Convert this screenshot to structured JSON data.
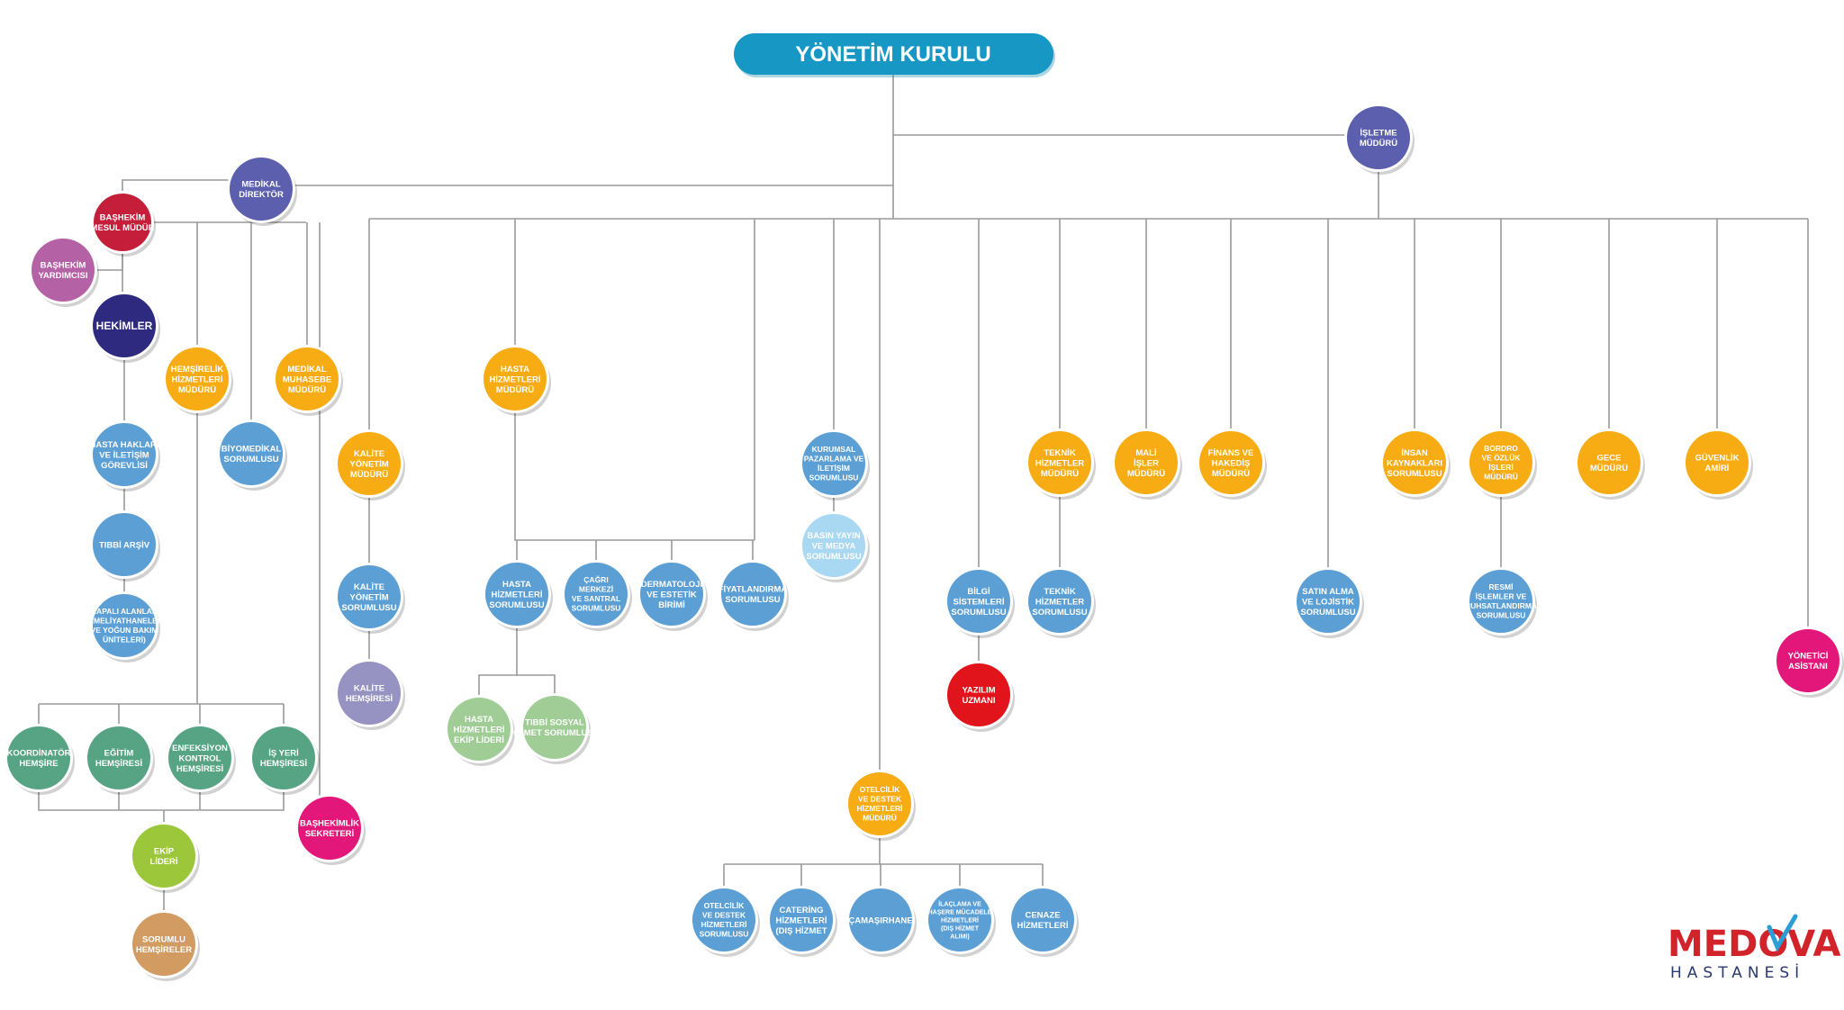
{
  "title": "YÖNETİM KURULU",
  "colors": {
    "teal": "#1798c4",
    "purple": "#5b5fae",
    "red": "#c41e3a",
    "pink": "#b561a6",
    "navy": "#2d2a7f",
    "orange": "#f7ac14",
    "blue": "#5b9fd5",
    "lavender": "#9692c2",
    "lightblue": "#a9d8f2",
    "lightgreen": "#9fcd95",
    "green": "#56a483",
    "lime": "#9cc73b",
    "brown": "#d29b62",
    "magenta": "#e3177a",
    "crimson": "#e1141c",
    "line": "#9a9a9a"
  },
  "nodes": {
    "isletme": [
      "İŞLETME",
      "MÜDÜRÜ"
    ],
    "medikal": [
      "MEDİKAL",
      "DİREKTÖR"
    ],
    "bashekim": [
      "BAŞHEKİM",
      "MESUL MÜDÜR"
    ],
    "yardimci": [
      "BAŞHEKİM",
      "YARDIMCISI"
    ],
    "hekimler": [
      "HEKİMLER"
    ],
    "hemsirelik": [
      "HEMŞİRELİK",
      "HİZMETLERİ",
      "MÜDÜRÜ"
    ],
    "muhasebe": [
      "MEDİKAL",
      "MUHASEBE",
      "MÜDÜRÜ"
    ],
    "biyomedikal": [
      "BİYOMEDİKAL",
      "SORUMLUSU"
    ],
    "hastahaklari": [
      "HASTA HAKLARI",
      "VE İLETİŞİM",
      "GÖREVLİSİ"
    ],
    "tibbiarsiv": [
      "TIBBİ ARŞİV"
    ],
    "kapali": [
      "KAPALI ALANLAR",
      "(AMELİYATHANELER",
      "VE YOĞUN BAKIM",
      "ÜNİTELERİ)"
    ],
    "koordinator": [
      "KOORDİNATÖR",
      "HEMŞİRE"
    ],
    "egitim": [
      "EĞİTİM",
      "HEMŞİRESİ"
    ],
    "enfeksiyon": [
      "ENFEKSİYON",
      "KONTROL",
      "HEMŞİRESİ"
    ],
    "isyeri": [
      "İŞ YERİ",
      "HEMŞİRESİ"
    ],
    "ekip": [
      "EKİP",
      "LİDERİ"
    ],
    "sorumlu": [
      "SORUMLU",
      "HEMŞİRELER"
    ],
    "sekreteri": [
      "BAŞHEKİMLİK",
      "SEKRETERİ"
    ],
    "kalitemudur": [
      "KALİTE",
      "YÖNETİM",
      "MÜDÜRÜ"
    ],
    "kalitesorumlu": [
      "KALİTE",
      "YÖNETİM",
      "SORUMLUSU"
    ],
    "kalitehemsire": [
      "KALİTE",
      "HEMŞİRESİ"
    ],
    "hastahizmud": [
      "HASTA",
      "HİZMETLERİ",
      "MÜDÜRÜ"
    ],
    "hastahizsor": [
      "HASTA",
      "HİZMETLERİ",
      "SORUMLUSU"
    ],
    "cagri": [
      "ÇAĞRI",
      "MERKEZİ",
      "VE SANTRAL",
      "SORUMLUSU"
    ],
    "dermatoloji": [
      "DERMATOLOJİ",
      "VE ESTETİK",
      "BİRİMİ"
    ],
    "fiyatlandirma": [
      "FİYATLANDIRMA",
      "SORUMLUSU"
    ],
    "ekiplideri2": [
      "HASTA",
      "HİZMETLERİ",
      "EKİP LİDERİ"
    ],
    "tibbisosyal": [
      "TIBBİ SOSYAL",
      "HİZMET SORUMLUSU"
    ],
    "kurumsal": [
      "KURUMSAL",
      "PAZARLAMA VE",
      "İLETİŞİM",
      "SORUMLUSU"
    ],
    "basin": [
      "BASIN YAYIN",
      "VE MEDYA",
      "SORUMLUSU"
    ],
    "otelcilikmud": [
      "OTELCİLİK",
      "VE DESTEK",
      "HİZMETLERİ",
      "MÜDÜRÜ"
    ],
    "otelciliksor": [
      "OTELCİLİK",
      "VE DESTEK",
      "HİZMETLERİ",
      "SORUMLUSU"
    ],
    "catering": [
      "CATERİNG",
      "HİZMETLERİ",
      "(DIŞ HİZMET"
    ],
    "camasirhane": [
      "ÇAMAŞIRHANE"
    ],
    "ilaclama": [
      "İLAÇLAMA VE",
      "HAŞERE MÜCADELE",
      "HİZMETLERİ",
      "(DIŞ HİZMET",
      "ALIMI)"
    ],
    "cenaze": [
      "CENAZE",
      "HİZMETLERİ"
    ],
    "bilgi": [
      "BİLGİ",
      "SİSTEMLERİ",
      "SORUMLUSU"
    ],
    "yazilim": [
      "YAZILIM",
      "UZMANI"
    ],
    "teknikmud": [
      "TEKNİK",
      "HİZMETLER",
      "MÜDÜRÜ"
    ],
    "teknikSor": [
      "TEKNİK",
      "HİZMETLER",
      "SORUMLUSU"
    ],
    "mali": [
      "MALİ",
      "İŞLER",
      "MÜDÜRÜ"
    ],
    "finans": [
      "FİNANS VE",
      "HAKEDİŞ",
      "MÜDÜRÜ"
    ],
    "satinalma": [
      "SATIN ALMA",
      "VE LOJİSTİK",
      "SORUMLUSU"
    ],
    "insan": [
      "İNSAN",
      "KAYNAKLARI",
      "SORUMLUSU"
    ],
    "bordro": [
      "BORDRO",
      "VE ÖZLÜK",
      "İŞLERİ",
      "MÜDÜRÜ"
    ],
    "resmi": [
      "RESMİ",
      "İŞLEMLER VE",
      "RUHSATLANDIRMA",
      "SORUMLUSU"
    ],
    "gece": [
      "GECE",
      "MÜDÜRÜ"
    ],
    "guvenlik": [
      "GÜVENLİK",
      "AMİRİ"
    ],
    "asistan": [
      "YÖNETİCİ",
      "ASİSTANI"
    ]
  },
  "logo": {
    "name": "MEDOVA",
    "subtitle": "HASTANESİ"
  }
}
